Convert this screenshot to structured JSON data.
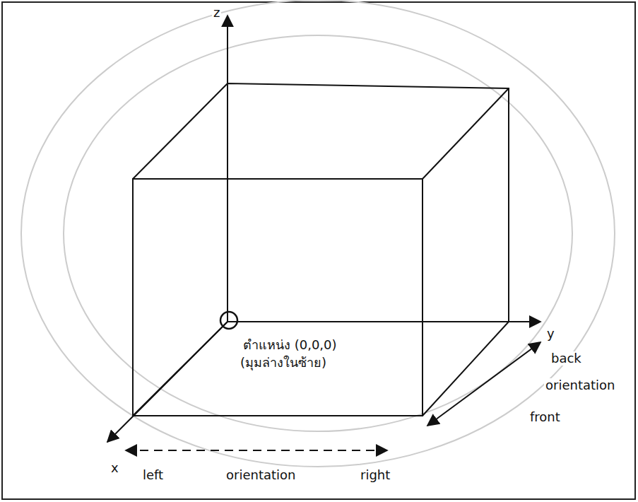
{
  "diagram": {
    "labels": [
      "z",
      "y",
      "x",
      "back",
      "orientation",
      "front",
      "left",
      "orientation",
      "right",
      "ตำแหน่ง (0,0,0)",
      "(มุมล่างในซ้าย)"
    ]
  }
}
